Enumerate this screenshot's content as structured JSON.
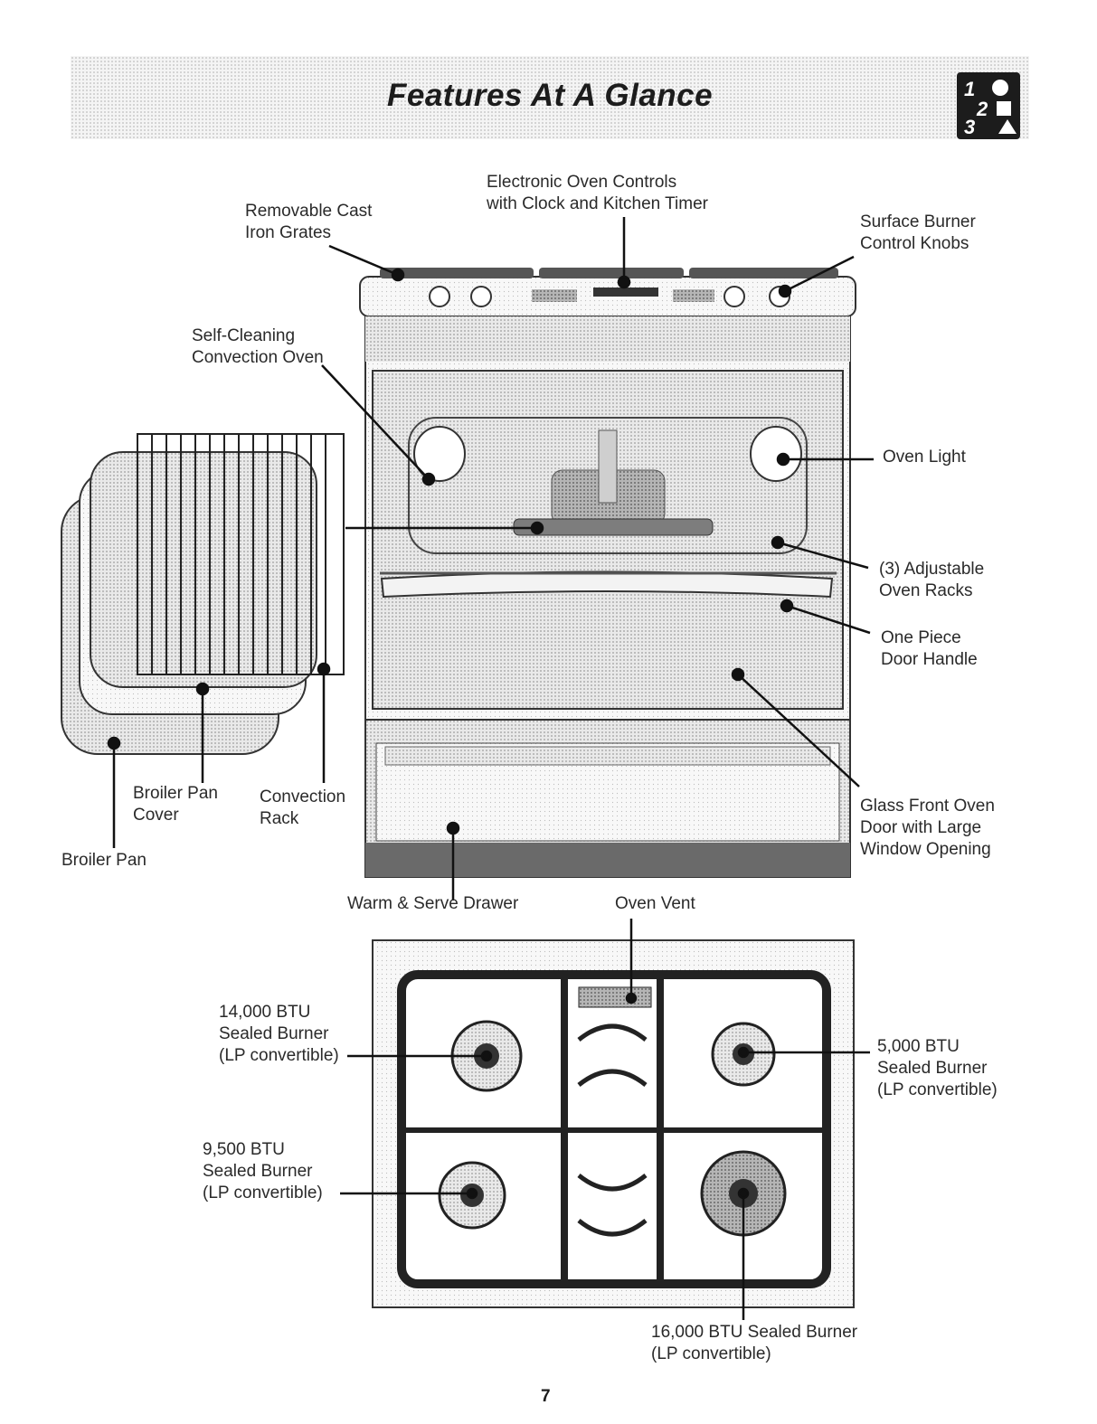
{
  "header": {
    "title": "Features At A Glance",
    "icon": "steps-1-2-3-icon"
  },
  "range_labels": {
    "cast_iron_grates": [
      "Removable Cast",
      "Iron Grates"
    ],
    "oven_controls": [
      "Electronic Oven Controls",
      "with Clock and Kitchen Timer"
    ],
    "control_knobs": [
      "Surface Burner",
      "Control Knobs"
    ],
    "convection_oven": [
      "Self-Cleaning",
      "Convection Oven"
    ],
    "oven_light": [
      "Oven Light"
    ],
    "oven_racks": [
      "(3) Adjustable",
      "Oven Racks"
    ],
    "door_handle": [
      "One Piece",
      "Door Handle"
    ],
    "glass_door": [
      "Glass Front Oven",
      "Door with Large",
      "Window Opening"
    ],
    "broiler_pan_cover": [
      "Broiler Pan",
      "Cover"
    ],
    "convection_rack": [
      "Convection",
      "Rack"
    ],
    "broiler_pan": [
      "Broiler Pan"
    ],
    "warm_serve_drawer": [
      "Warm & Serve Drawer"
    ]
  },
  "cooktop_labels": {
    "oven_vent": [
      "Oven Vent"
    ],
    "burner_14000": [
      "14,000 BTU",
      "Sealed Burner",
      "(LP convertible)"
    ],
    "burner_5000": [
      "5,000 BTU",
      "Sealed Burner",
      "(LP convertible)"
    ],
    "burner_9500": [
      "9,500 BTU",
      "Sealed Burner",
      "(LP convertible)"
    ],
    "burner_16000": [
      "16,000 BTU Sealed Burner",
      "(LP convertible)"
    ]
  },
  "footer": {
    "page_number": "7"
  }
}
